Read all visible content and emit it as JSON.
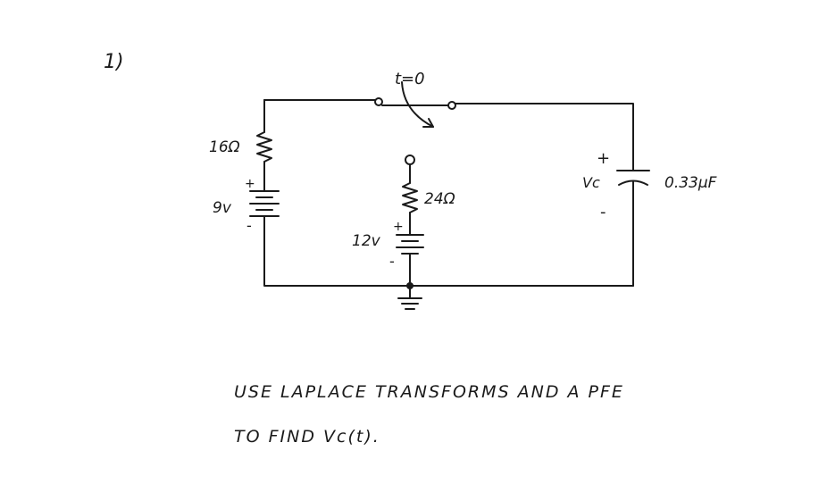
{
  "problem_number": "1)",
  "circuit": {
    "switch_label": "t=0",
    "source_left": {
      "resistor": "16Ω",
      "voltage": "9v",
      "plus": "+",
      "minus": "-"
    },
    "source_middle": {
      "resistor": "24Ω",
      "voltage": "12v",
      "plus": "+",
      "minus": "-"
    },
    "capacitor": {
      "value": "0.33μF",
      "voltage_label": "Vc",
      "plus": "+",
      "minus": "-"
    }
  },
  "instructions": {
    "line1": "USE LAPLACE TRANSFORMS AND A PFE",
    "line2": "TO FIND Vc(t)."
  },
  "colors": {
    "ink": "#1a1a1a",
    "background": "#ffffff"
  }
}
